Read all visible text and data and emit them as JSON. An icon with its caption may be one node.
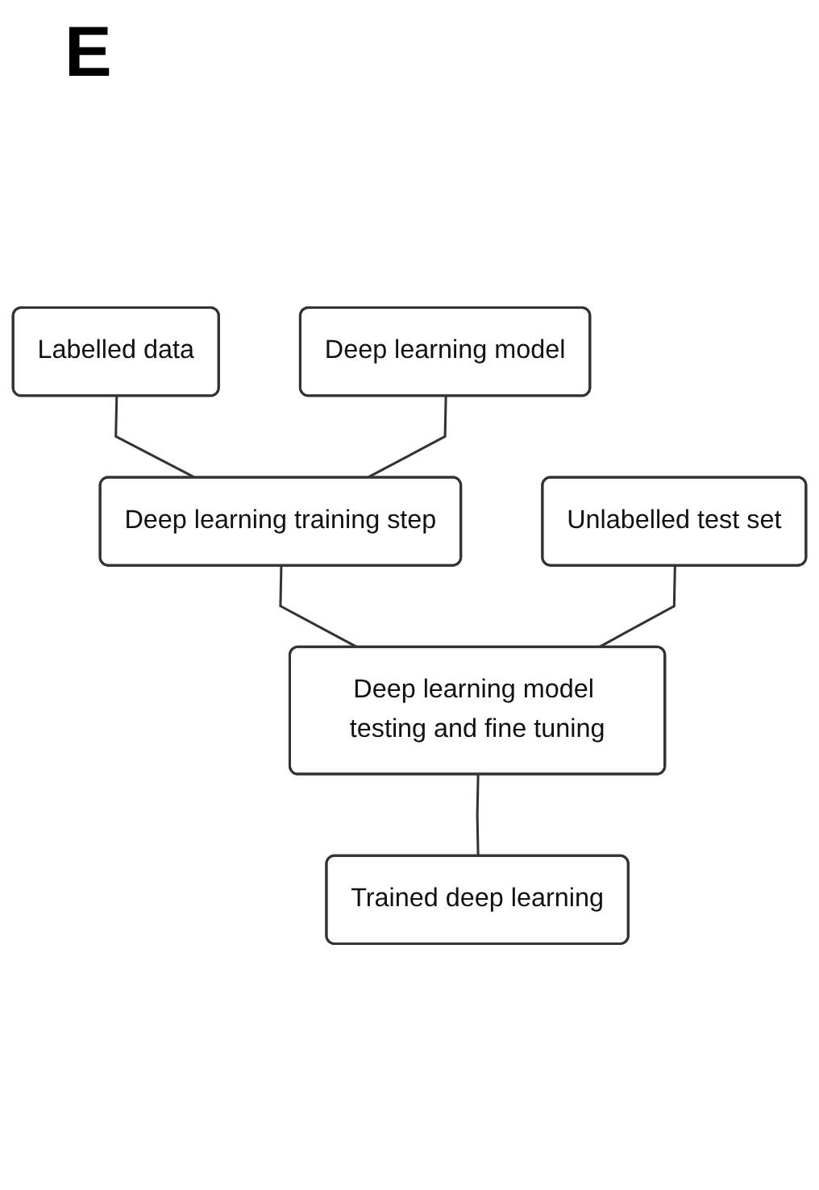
{
  "diagram": {
    "nodes": [
      {
        "text": [
          "Labelled data"
        ]
      },
      {
        "text": [
          "Deep learning model"
        ]
      },
      {
        "text": [
          "Deep learning training step"
        ]
      },
      {
        "text": [
          "Unlabelled test set"
        ]
      },
      {
        "text": [
          "Deep learning model testing and fine tuning"
        ]
      },
      {
        "text": [
          "Trained deep learning"
        ]
      }
    ],
    "edges": [
      {
        "from": 0,
        "to": 2,
        "arrow": "none"
      },
      {
        "from": 1,
        "to": 2,
        "arrow": "none"
      },
      {
        "from": 2,
        "to": 4,
        "arrow": "none"
      },
      {
        "from": 3,
        "to": 4,
        "arrow": "none"
      },
      {
        "from": 4,
        "to": 5,
        "arrow": "none"
      }
    ],
    "labels": [
      "E"
    ]
  }
}
